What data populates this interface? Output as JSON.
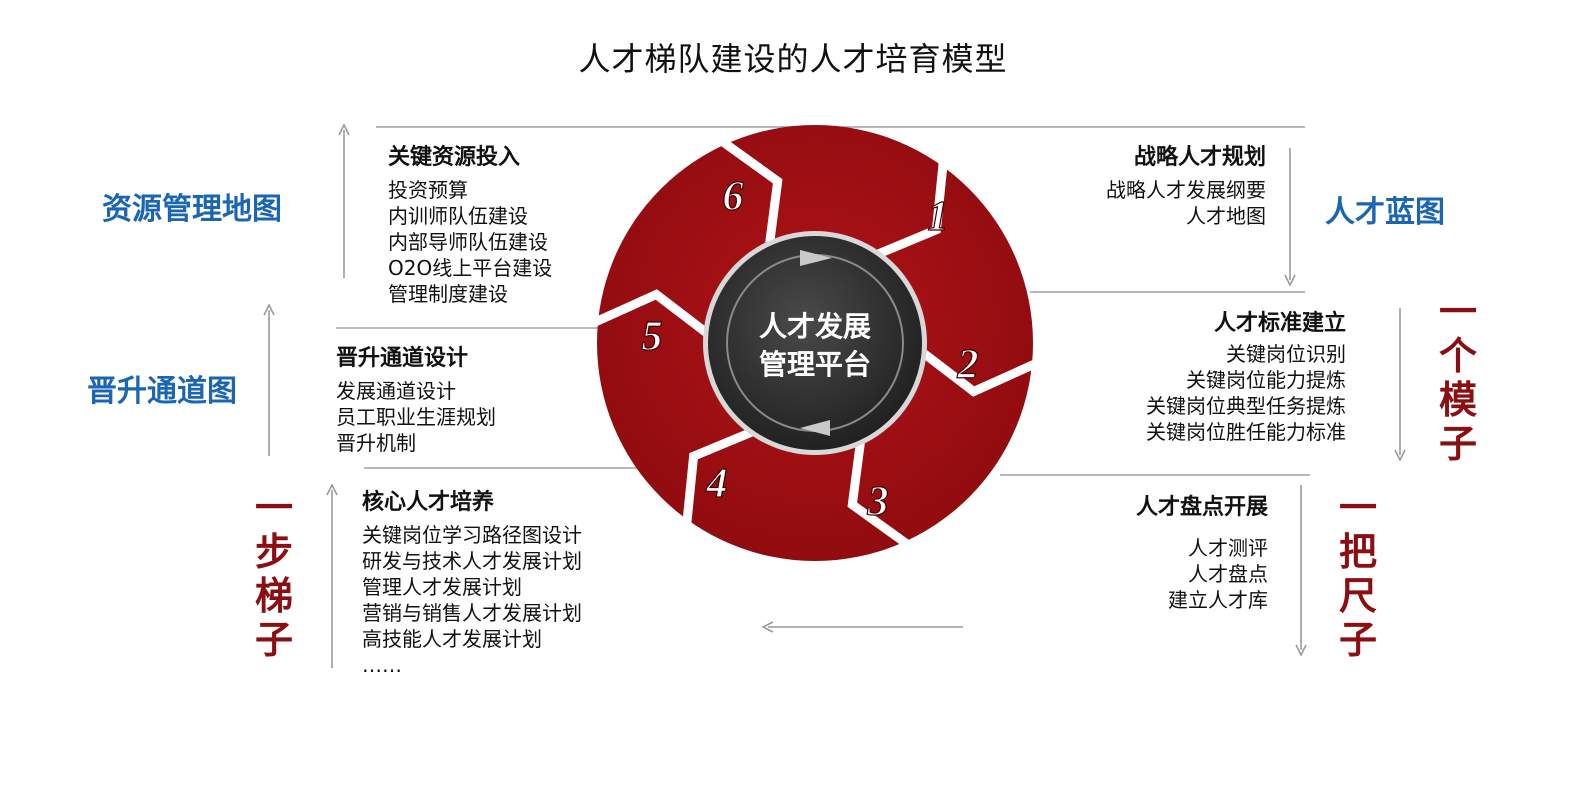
{
  "title": "人才梯队建设的人才培育模型",
  "center": {
    "line1": "人才发展",
    "line2": "管理平台"
  },
  "segments": [
    "1",
    "2",
    "3",
    "4",
    "5",
    "6"
  ],
  "left_labels": {
    "resource_map": "资源管理地图",
    "promotion_map": "晋升通道图",
    "one_ladder": [
      "一",
      "步",
      "梯",
      "子"
    ]
  },
  "right_labels": {
    "talent_blueprint": "人才蓝图",
    "one_model": [
      "一",
      "个",
      "模",
      "子"
    ],
    "one_ruler": [
      "一",
      "把",
      "尺",
      "子"
    ]
  },
  "sections": {
    "s6": {
      "title": "关键资源投入",
      "items": [
        "投资预算",
        "内训师队伍建设",
        "内部导师队伍建设",
        "O2O线上平台建设",
        "管理制度建设"
      ]
    },
    "s5": {
      "title": "晋升通道设计",
      "items": [
        "发展通道设计",
        "员工职业生涯规划",
        "晋升机制"
      ]
    },
    "s4": {
      "title": "核心人才培养",
      "items": [
        "关键岗位学习路径图设计",
        "研发与技术人才发展计划",
        "管理人才发展计划",
        "营销与销售人才发展计划",
        "高技能人才发展计划",
        "……"
      ]
    },
    "s1": {
      "title": "战略人才规划",
      "items": [
        "战略人才发展纲要",
        "人才地图"
      ]
    },
    "s2": {
      "title": "人才标准建立",
      "items": [
        "关键岗位识别",
        "关键岗位能力提炼",
        "关键岗位典型任务提炼",
        "关键岗位胜任能力标准"
      ]
    },
    "s3": {
      "title": "人才盘点开展",
      "items": [
        "人才测评",
        "人才盘点",
        "建立人才库"
      ]
    }
  },
  "colors": {
    "wheel_red": "#a50d12",
    "hub_dark": "#2b2b2b",
    "label_blue": "#1a66b3",
    "label_red": "#8b0f12"
  }
}
